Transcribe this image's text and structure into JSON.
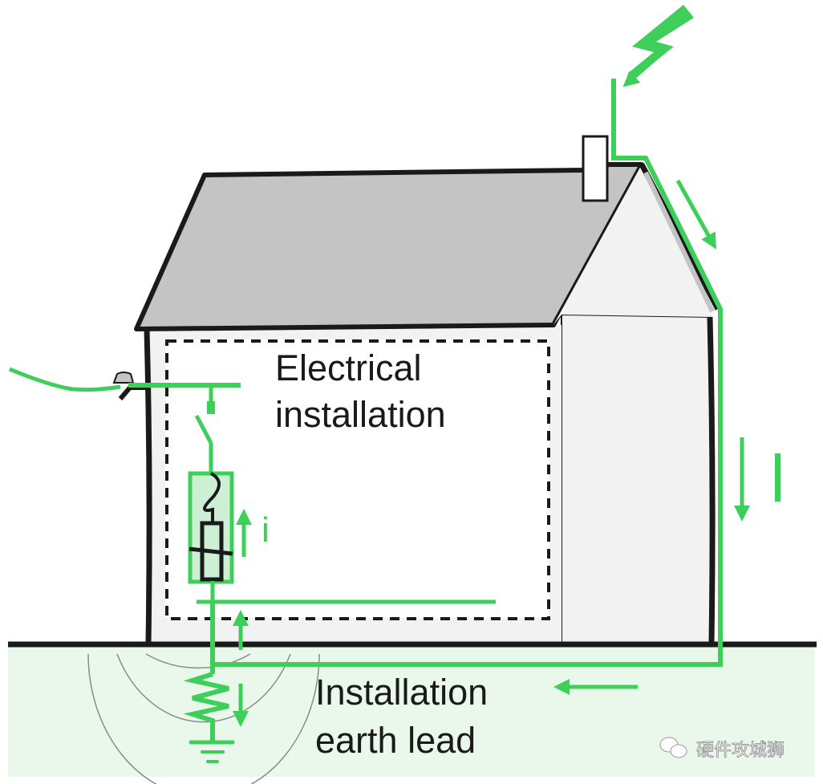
{
  "labels": {
    "electrical_line1": "Electrical",
    "electrical_line2": "installation",
    "earth_line1": "Installation",
    "earth_line2": "earth lead",
    "current_large": "I",
    "current_small": "i"
  },
  "watermark": {
    "text": "硬件攻城狮",
    "icon": "wechat-icon"
  },
  "colors": {
    "green": "#3ecf5a",
    "ground": "#eaf8ec",
    "roof": "#c4c4c4",
    "wall": "#f2f2f2",
    "outline": "#1a1a1a"
  }
}
